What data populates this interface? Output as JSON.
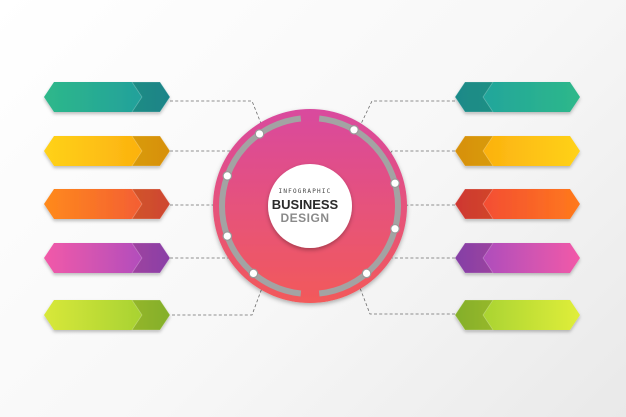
{
  "center": {
    "small_label": "INFOGRAPHIC",
    "title": "BUSINESS",
    "subtitle": "DESIGN"
  },
  "colors": {
    "circle_top": "#d94a9e",
    "circle_bottom": "#f25a5a",
    "ring": "#a3a3a3"
  },
  "banners": [
    {
      "name": "left-banner-teal",
      "side": "left",
      "start": "#2eb88a",
      "end": "#1f9aa0"
    },
    {
      "name": "left-banner-yellow",
      "side": "left",
      "start": "#ffd21a",
      "end": "#fba80c"
    },
    {
      "name": "left-banner-orange",
      "side": "left",
      "start": "#ff8a1c",
      "end": "#f0523a"
    },
    {
      "name": "left-banner-magenta",
      "side": "left",
      "start": "#f25aa8",
      "end": "#a04ac2"
    },
    {
      "name": "left-banner-lime",
      "side": "left",
      "start": "#d8e83a",
      "end": "#9acc30"
    },
    {
      "name": "right-banner-teal",
      "side": "right",
      "start": "#1fa0a0",
      "end": "#2eb88a"
    },
    {
      "name": "right-banner-yellow",
      "side": "right",
      "start": "#fba80c",
      "end": "#ffd21a"
    },
    {
      "name": "right-banner-red",
      "side": "right",
      "start": "#f0403a",
      "end": "#ff7a1c"
    },
    {
      "name": "right-banner-purple",
      "side": "right",
      "start": "#9a4ac2",
      "end": "#f25aa8"
    },
    {
      "name": "right-banner-lime",
      "side": "right",
      "start": "#9acc30",
      "end": "#e0ee3a"
    }
  ]
}
